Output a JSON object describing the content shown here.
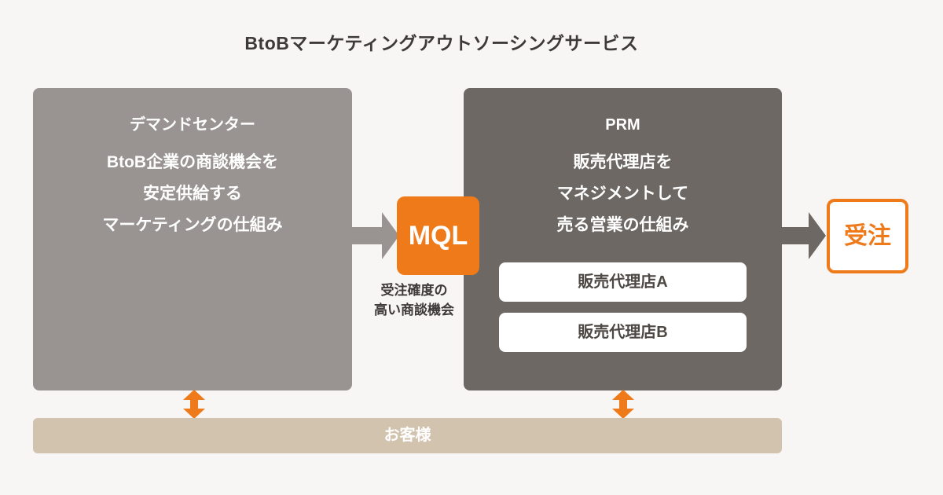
{
  "title": "BtoBマーケティングアウトソーシングサービス",
  "colors": {
    "accent_orange": "#ef7a1a",
    "demand_box_gray": "#999492",
    "prm_box_gray": "#6e6864",
    "customer_bar_tan": "#d2c3ae",
    "text_dark": "#3e3a39",
    "agency_text": "#4d4843",
    "background": "#f7f6f5"
  },
  "demand_center": {
    "heading": "デマンドセンター",
    "body_lines": [
      "BtoB企業の商談機会を",
      "安定供給する",
      "マーケティングの仕組み"
    ]
  },
  "mql": {
    "label": "MQL",
    "caption_lines": [
      "受注確度の",
      "高い商談機会"
    ]
  },
  "prm": {
    "heading": "PRM",
    "body_lines": [
      "販売代理店を",
      "マネジメントして",
      "売る営業の仕組み"
    ],
    "agencies": [
      "販売代理店A",
      "販売代理店B"
    ]
  },
  "order": {
    "label": "受注"
  },
  "customer": {
    "label": "お客様"
  }
}
